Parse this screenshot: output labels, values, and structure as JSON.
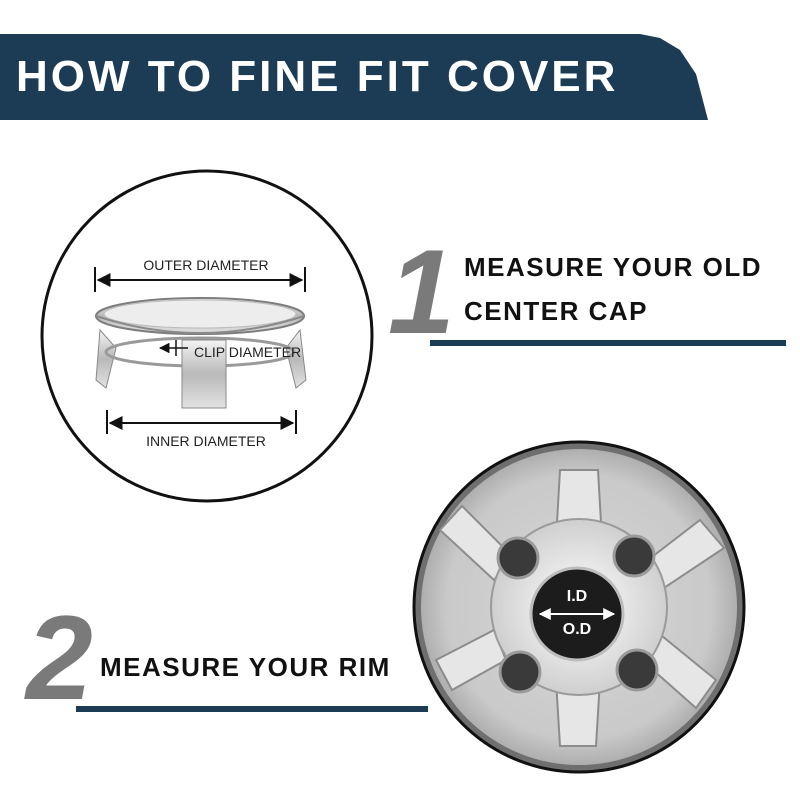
{
  "banner": {
    "title": "HOW TO FINE FIT COVER",
    "color": "#1c3b55"
  },
  "step1": {
    "number": "1",
    "line1": "MEASURE YOUR OLD",
    "line2": "CENTER CAP"
  },
  "step2": {
    "number": "2",
    "text": "MEASURE YOUR RIM"
  },
  "cap_diagram": {
    "outer_label": "OUTER DIAMETER",
    "clip_label": "CLIP DIAMETER",
    "inner_label": "INNER DIAMETER"
  },
  "rim_diagram": {
    "id_label": "I.D",
    "od_label": "O.D"
  },
  "colors": {
    "accent": "#1c3b55",
    "number_gray": "#7a7a7a"
  }
}
